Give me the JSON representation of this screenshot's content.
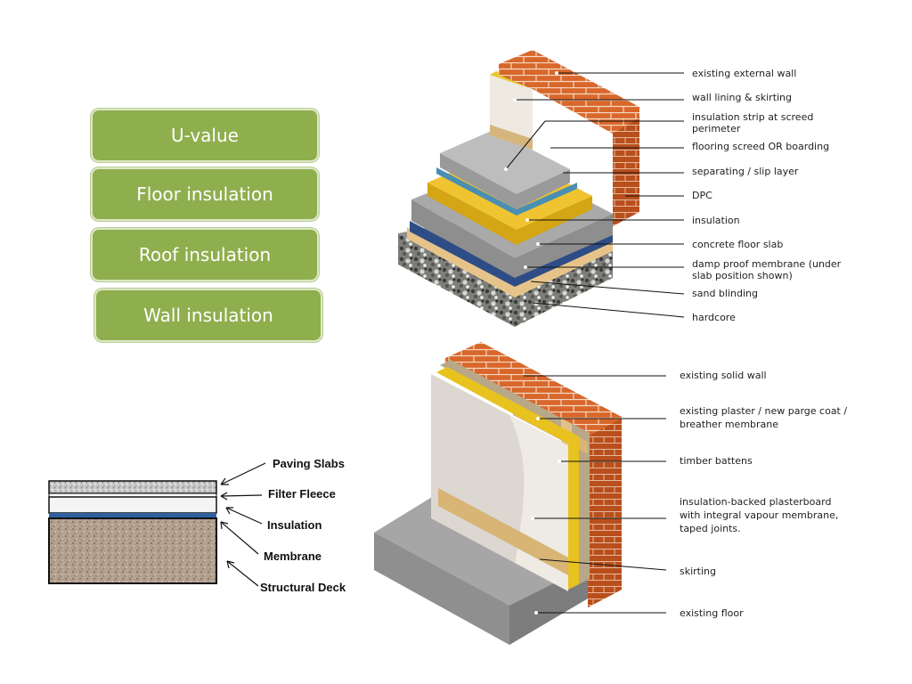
{
  "menu": {
    "u_value": "U-value",
    "floor_insulation": "Floor insulation",
    "roof_insulation": "Roof insulation",
    "wall_insulation": "Wall insulation"
  },
  "floor_diagram": {
    "labels": [
      "existing external wall",
      "wall lining & skirting",
      "insulation strip at screed",
      "perimeter",
      "flooring screed OR boarding",
      "separating / slip layer",
      "DPC",
      "insulation",
      "concrete floor slab",
      "damp proof membrane (under",
      "slab position shown)",
      "sand blinding",
      "hardcore"
    ]
  },
  "wall_diagram": {
    "labels": [
      "existing solid wall",
      "existing plaster / new parge coat /",
      "breather membrane",
      "timber battens",
      "insulation-backed plasterboard",
      "with integral vapour membrane,",
      "taped joints.",
      "skirting",
      "existing floor"
    ]
  },
  "roof_diagram": {
    "labels": [
      "Paving Slabs",
      "Filter Fleece",
      "Insulation",
      "Membrane",
      "Structural Deck"
    ]
  },
  "colors": {
    "button_green": "#8fae4e",
    "brick": "#d8672a",
    "insulation_yellow": "#e6b91c",
    "membrane_blue": "#3a5a8c"
  }
}
